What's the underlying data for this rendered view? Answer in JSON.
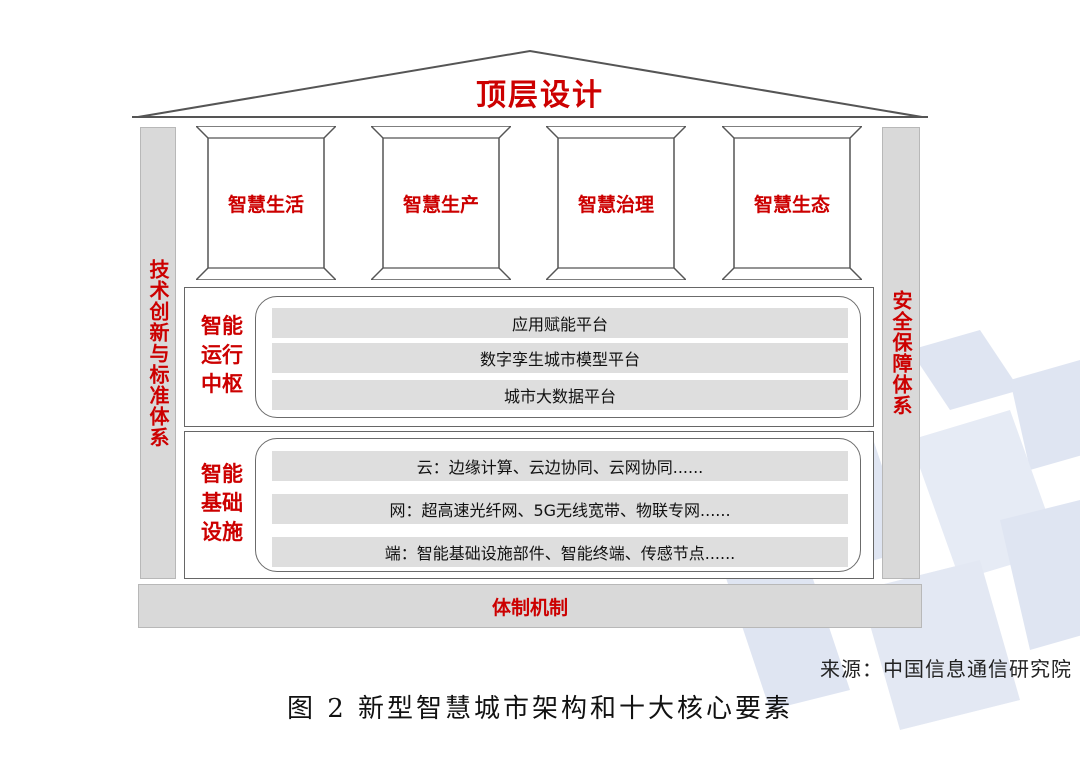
{
  "diagram": {
    "roof_title": "顶层设计",
    "left_pillar": "技术创新与标准体系",
    "right_pillar": "安全保障体系",
    "pillars": [
      "智慧生活",
      "智慧生产",
      "智慧治理",
      "智慧生态"
    ],
    "hub": {
      "label": "智能运行中枢",
      "items": [
        "应用赋能平台",
        "数字孪生城市模型平台",
        "城市大数据平台"
      ]
    },
    "infra": {
      "label": "智能基础设施",
      "items": [
        "云：边缘计算、云边协同、云网协同......",
        "网：超高速光纤网、5G无线宽带、物联专网......",
        "端：智能基础设施部件、智能终端、传感节点......"
      ]
    },
    "base": "体制机制",
    "source": "来源：中国信息通信研究院",
    "caption": "图 2 新型智慧城市架构和十大核心要素"
  },
  "colors": {
    "accent_red": "#cc0000",
    "panel_gray": "#d9d9d9",
    "bar_gray": "#dedede",
    "watermark": "#dfe5f2"
  }
}
